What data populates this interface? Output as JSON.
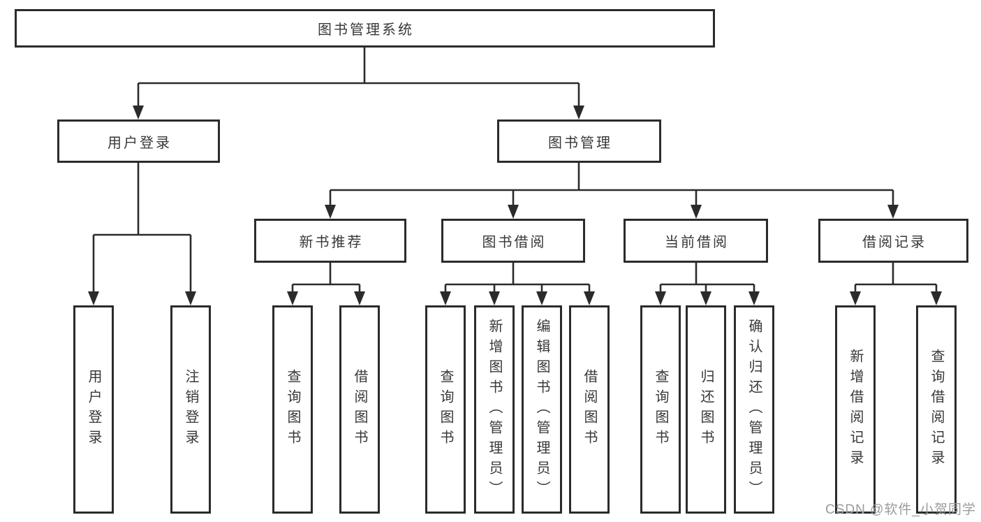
{
  "tree": {
    "label": "图书管理系统",
    "children": [
      {
        "label": "用户登录",
        "children": [
          {
            "label": "用户登录"
          },
          {
            "label": "注销登录"
          }
        ]
      },
      {
        "label": "图书管理",
        "children": [
          {
            "label": "新书推荐",
            "children": [
              {
                "label": "查询图书"
              },
              {
                "label": "借阅图书"
              }
            ]
          },
          {
            "label": "图书借阅",
            "children": [
              {
                "label": "查询图书"
              },
              {
                "label": "新增图书（管理员）"
              },
              {
                "label": "编辑图书（管理员）"
              },
              {
                "label": "借阅图书"
              }
            ]
          },
          {
            "label": "当前借阅",
            "children": [
              {
                "label": "查询图书"
              },
              {
                "label": "归还图书"
              },
              {
                "label": "确认归还（管理员）"
              }
            ]
          },
          {
            "label": "借阅记录",
            "children": [
              {
                "label": "新增借阅记录"
              },
              {
                "label": "查询借阅记录"
              }
            ]
          }
        ]
      }
    ]
  },
  "watermark": "CSDN @软件_小贺同学",
  "colors": {
    "line": "#2b2b2b",
    "text": "#38383c",
    "watermark": "#9b9b9f",
    "background": "#ffffff"
  }
}
